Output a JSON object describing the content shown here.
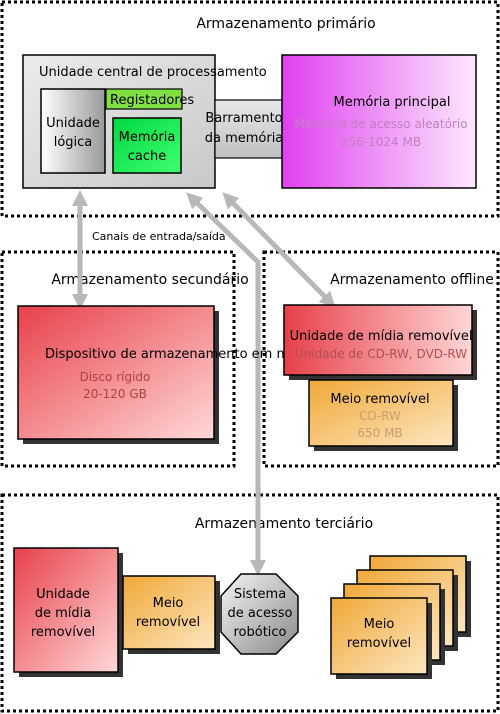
{
  "primary": {
    "title": "Armazenamento primário",
    "cpu": "Unidade central de processamento",
    "registers": "Registadores",
    "logic_1": "Unidade",
    "logic_2": "lógica",
    "cache_1": "Memória",
    "cache_2": "cache",
    "bus_1": "Barramento",
    "bus_2": "da memória",
    "main_memory": "Memória principal",
    "ram": "Memória de acesso aleatório",
    "ram_size": "256-1024 MB"
  },
  "io_channels": "Canais de entrada/saída",
  "secondary": {
    "title": "Armazenamento secundário",
    "device": "Dispositivo de armazenamento em massa",
    "disk": "Disco rígido",
    "disk_size": "20-120 GB"
  },
  "offline": {
    "title": "Armazenamento offline",
    "drive": "Unidade de mídia removível",
    "drive_type": "Unidade de CD-RW, DVD-RW",
    "medium": "Meio removível",
    "medium_type": "CD-RW",
    "medium_size": "650 MB"
  },
  "tertiary": {
    "title": "Armazenamento terciário",
    "drive_1": "Unidade",
    "drive_2": "de mídia",
    "drive_3": "removível",
    "medium_1": "Meio",
    "medium_2": "removível",
    "robot_1": "Sistema",
    "robot_2": "de acesso",
    "robot_3": "robótico",
    "stack_1": "Meio",
    "stack_2": "removível"
  },
  "colors": {
    "cpu_fill": "#d9d9d9",
    "registers": "#80e040",
    "cache": "#00e040",
    "main_memory": "#e040f0",
    "red_device": "#e8505a",
    "orange_medium": "#f0b048",
    "connector": "#b8b8b8"
  }
}
